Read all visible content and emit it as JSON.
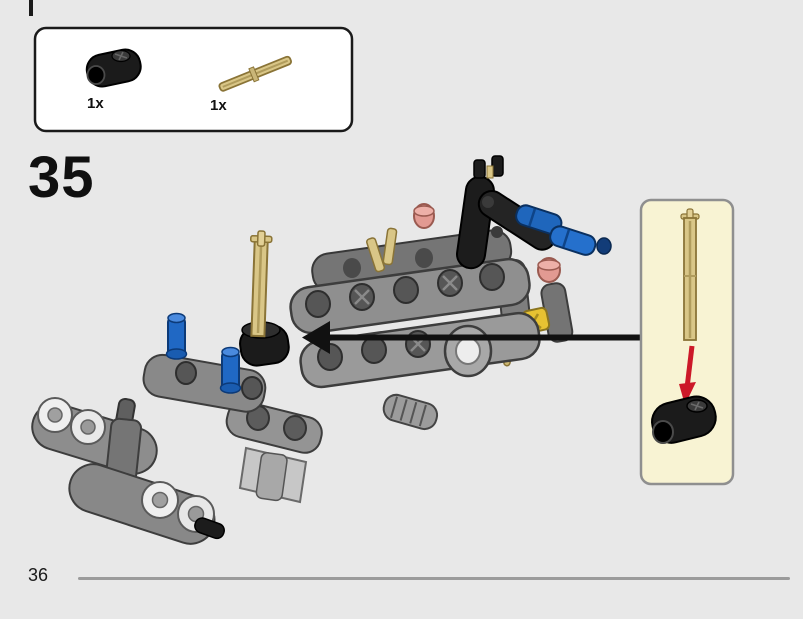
{
  "page": {
    "step_number": "35",
    "page_number": "36",
    "background_color": "#e8e8e8"
  },
  "parts_box": {
    "parts": [
      {
        "name": "black-perpendicular-axle-connector",
        "count": "1x"
      },
      {
        "name": "tan-axle",
        "count": "1x"
      }
    ]
  },
  "callout": {
    "shows": "tan axle inserted downward into black axle connector",
    "background_color": "#f8f3d3",
    "arrow_color": "#cc1828"
  },
  "assembly": {
    "description": "LEGO Technic chassis subassembly for step 35",
    "colors": {
      "beam_gray": "#8f8f8f",
      "black_part": "#1b1b1b",
      "blue_pin": "#2068c4",
      "tan_axle": "#d9c687",
      "pink_bushing": "#e29a92",
      "yellow_part": "#e7c232"
    }
  }
}
